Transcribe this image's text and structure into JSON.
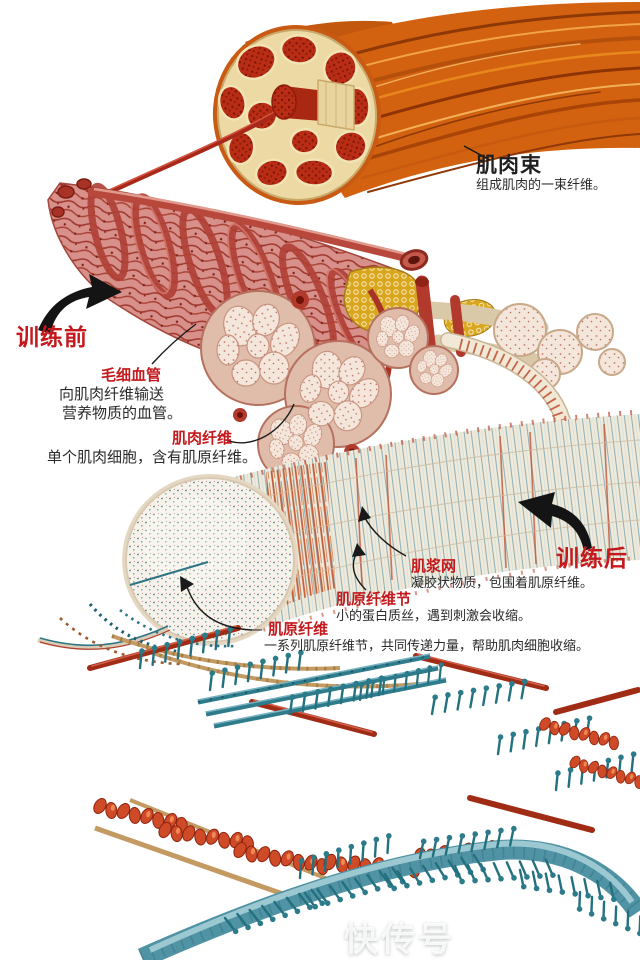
{
  "labels": {
    "muscle_bundle": {
      "title": "肌肉束",
      "desc": "组成肌肉的一束纤维。"
    },
    "pre_training": {
      "title": "训练前"
    },
    "capillary": {
      "title": "毛细血管",
      "desc_line1": "向肌肉纤维输送",
      "desc_line2": "营养物质的血管。"
    },
    "muscle_fiber": {
      "title": "肌肉纤维",
      "desc": "单个肌肉细胞，含有肌原纤维。"
    },
    "post_training": {
      "title": "训练后"
    },
    "sarcoplasmic_reticulum": {
      "title": "肌浆网",
      "desc": "凝胶状物质，包围着肌原纤维。"
    },
    "sarcomere": {
      "title": "肌原纤维节",
      "desc": "小的蛋白质丝，遇到刺激会收缩。"
    },
    "myofibril": {
      "dash": "—",
      "title": "肌原纤维",
      "desc": "一系列肌原纤维节，共同传递力量，帮助肌肉细胞收缩。"
    }
  },
  "watermark": {
    "text": "快传号"
  },
  "colors": {
    "label_red": "#c4191d",
    "text_black": "#1f1f1f",
    "rope_orange": "#d2620f",
    "tissue_cream": "#e9d8a0",
    "fascicle_red": "#b42818",
    "bundle_pink": "#d8908a",
    "capillary_red": "#b8483c",
    "cylinder_cream": "#f1ead9",
    "striation_teal": "#4f93a4",
    "filament_red": "#a02c16",
    "bead_orange": "#cf4a26",
    "reticulum_gold": "#d9a71e"
  }
}
